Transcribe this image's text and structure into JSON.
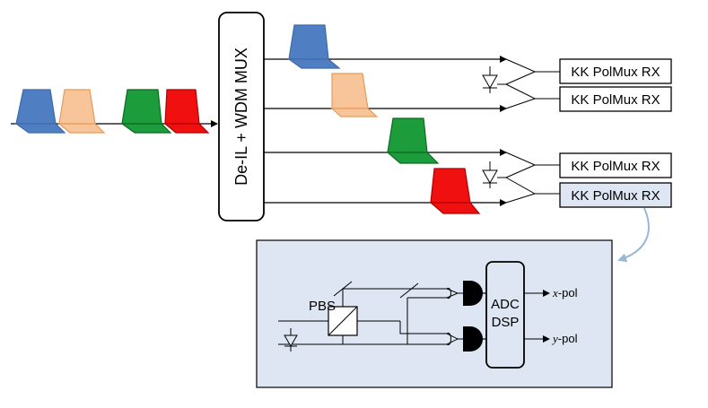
{
  "mux_label": "De-IL + WDM MUX",
  "rx_labels": [
    "KK PolMux RX",
    "KK PolMux RX",
    "KK PolMux RX",
    "KK PolMux RX"
  ],
  "inset": {
    "pbs_label": "PBS",
    "adc_label": "ADC",
    "dsp_label": "DSP",
    "x_pol_symbol": "x",
    "x_pol_suffix": "-pol",
    "y_pol_symbol": "y",
    "y_pol_suffix": "-pol"
  },
  "colors": {
    "blue": "#4f7fc2",
    "blue_edge": "#3d6aa8",
    "orange": "#f8c49a",
    "orange_edge": "#e69a5a",
    "green": "#1c9c3a",
    "green_edge": "#0d6a22",
    "red": "#f01010",
    "red_edge": "#b00000",
    "highlight": "#dde6f2",
    "inset_bg": "#dde6f2",
    "arrow": "#9ab7d6"
  }
}
